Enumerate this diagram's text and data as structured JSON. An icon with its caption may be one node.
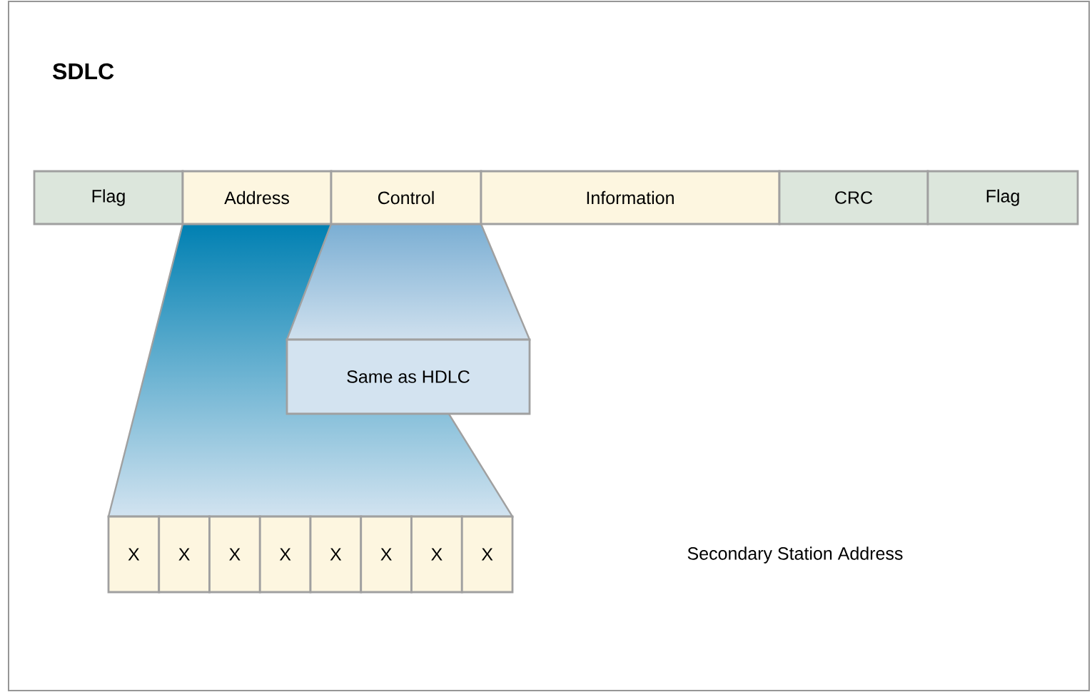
{
  "diagram": {
    "title": "SDLC",
    "nodes": [
      {
        "text": [
          "Flag"
        ]
      },
      {
        "text": [
          "Address"
        ]
      },
      {
        "text": [
          "Control"
        ]
      },
      {
        "text": [
          "Information"
        ]
      },
      {
        "text": [
          "CRC"
        ]
      },
      {
        "text": [
          "Flag"
        ]
      },
      {
        "text": [
          "Same as HDLC"
        ]
      },
      {
        "text": [
          "X"
        ]
      },
      {
        "text": [
          "X"
        ]
      },
      {
        "text": [
          "X"
        ]
      },
      {
        "text": [
          "X"
        ]
      },
      {
        "text": [
          "X"
        ]
      },
      {
        "text": [
          "X"
        ]
      },
      {
        "text": [
          "X"
        ]
      },
      {
        "text": [
          "X"
        ]
      }
    ],
    "labels": [
      "Secondary Station Address"
    ]
  }
}
